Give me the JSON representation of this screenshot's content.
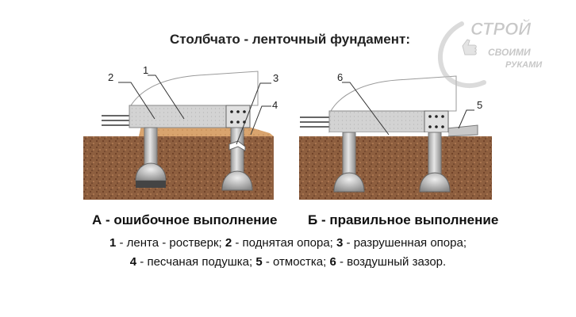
{
  "title": "Столбчато - ленточный фундамент:",
  "logo": {
    "word1": "СТРОЙ",
    "word2": "СВОИМИ",
    "word3": "РУКАМИ"
  },
  "labels_a": [
    "1",
    "2",
    "3",
    "4"
  ],
  "labels_b": [
    "5",
    "6"
  ],
  "caption_a": "А - ошибочное выполнение",
  "caption_b": "Б - правильное выполнение",
  "legend": [
    {
      "num": "1",
      "text": " - лента - ростверк; "
    },
    {
      "num": "2",
      "text": " - поднятая опора; "
    },
    {
      "num": "3",
      "text": " - разрушенная опора;"
    },
    {
      "num": "4",
      "text": " - песчаная подушка; "
    },
    {
      "num": "5",
      "text": " - отмостка; "
    },
    {
      "num": "6",
      "text": " - воздушный зазор."
    }
  ],
  "colors": {
    "soil": "#8a5a3a",
    "sand": "#d8a06a",
    "concrete": "#cfcfcf",
    "pillar": "#b9b9b9",
    "line": "#333333"
  }
}
